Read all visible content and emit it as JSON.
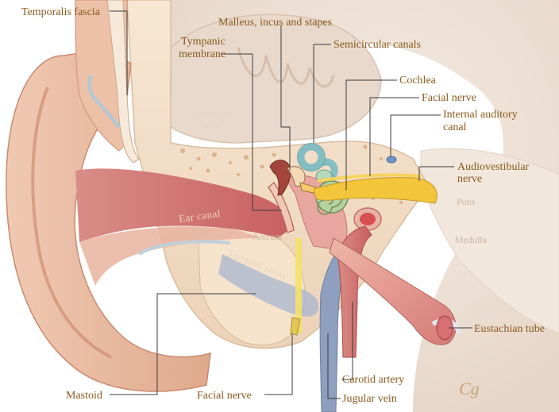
{
  "callouts": {
    "temporalis_fascia": "Temporalis fascia",
    "ossicles": "Malleus, incus and stapes",
    "tympanic_membrane_1": "Tympanic",
    "tympanic_membrane_2": "membrane",
    "semicircular_canals": "Semicircular canals",
    "cochlea": "Cochlea",
    "facial_nerve_top": "Facial nerve",
    "internal_auditory_canal_1": "Internal auditory",
    "internal_auditory_canal_2": "canal",
    "audiovestibular_nerve_1": "Audiovestibular",
    "audiovestibular_nerve_2": "nerve",
    "eustachian_tube": "Eustachian tube",
    "carotid_artery": "Carotid artery",
    "jugular_vein": "Jugular vein",
    "facial_nerve_bottom": "Facial nerve",
    "mastoid": "Mastoid"
  },
  "regions": {
    "temporal_lobe_1": "Temporal",
    "temporal_lobe_2": "lobe",
    "ear_canal": "Ear canal",
    "antrum": "Antrum",
    "sigmoid_sinus": "Sigmoid sinus",
    "pons": "Pons",
    "medulla": "Medulla"
  },
  "signature": "Cg",
  "colors": {
    "label_text": "#8a5a1d",
    "skin": "#e8b89c",
    "bone": "#f2dcc4",
    "brain": "#ece0d4",
    "nerve_yellow": "#f3c53b",
    "cochlea_green": "#a9c8a0",
    "semicircular_teal": "#8fc3c6",
    "artery_red": "#d95b5b",
    "vein_blue": "#8e9fbf"
  }
}
